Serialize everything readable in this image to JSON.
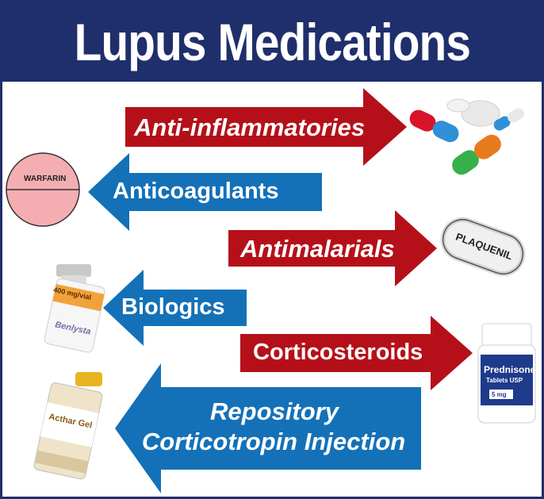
{
  "title": "Lupus Medications",
  "colors": {
    "header": "#1f2f6b",
    "red_arrow": "#b5101a",
    "blue_arrow": "#1471b8"
  },
  "arrows": [
    {
      "label": "Anti-inflammatories",
      "direction": "right",
      "color": "red"
    },
    {
      "label": "Anticoagulants",
      "direction": "left",
      "color": "blue"
    },
    {
      "label": "Antimalarials",
      "direction": "right",
      "color": "red"
    },
    {
      "label": "Biologics",
      "direction": "left",
      "color": "blue"
    },
    {
      "label": "Corticosteroids",
      "direction": "right",
      "color": "red"
    },
    {
      "label_line1": "Repository",
      "label_line2": "Corticotropin Injection",
      "direction": "left",
      "color": "blue"
    }
  ],
  "images": {
    "warfarin": "WARFARIN",
    "plaquenil": "PLAQUENIL",
    "benlysta_dose": "400 mg/vial",
    "benlysta_brand": "Benlysta",
    "prednisone_name": "Prednisone",
    "prednisone_sub": "Tablets USP",
    "prednisone_dose": "5 mg",
    "acthar": "Acthar Gel"
  }
}
